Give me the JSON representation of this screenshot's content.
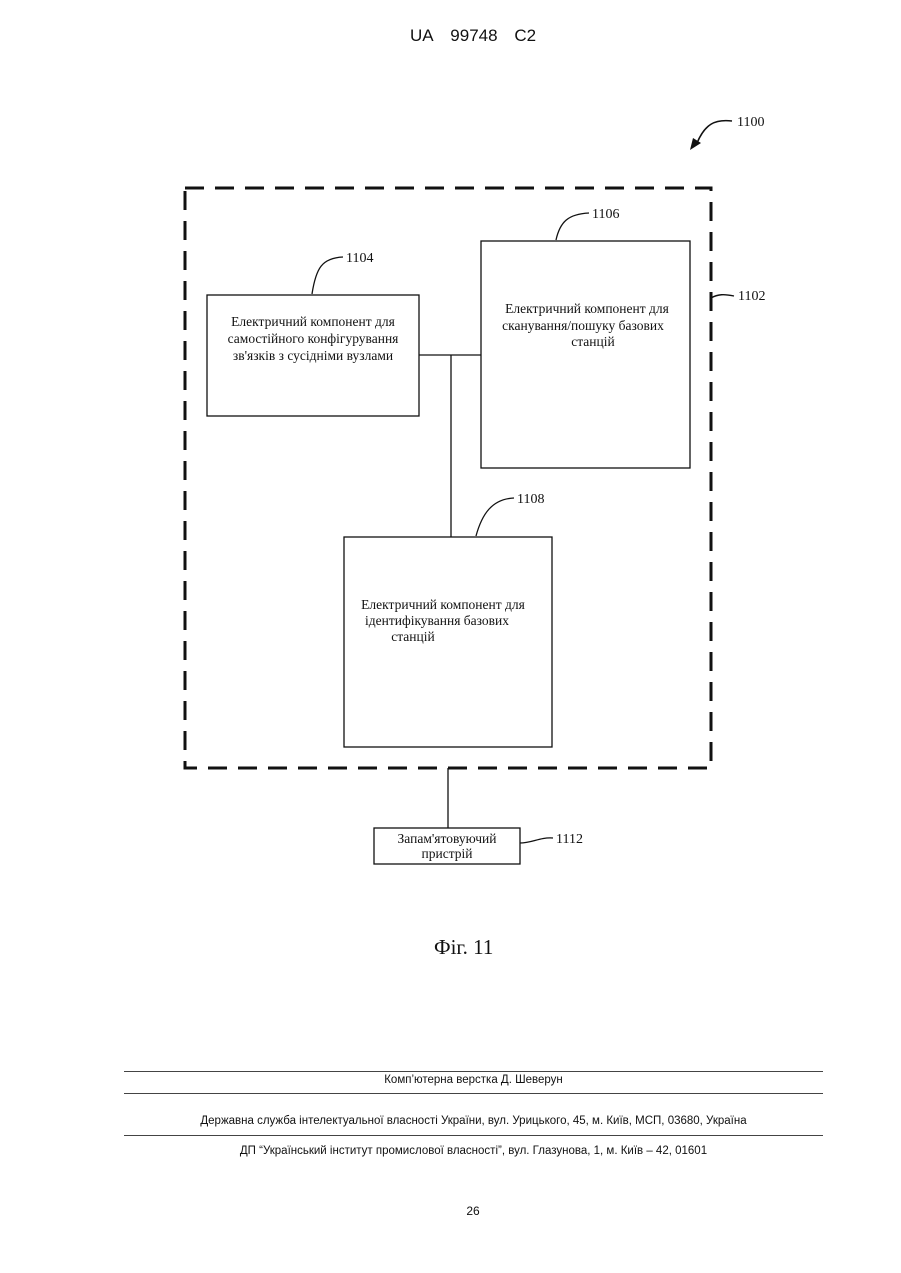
{
  "header": {
    "country": "UA",
    "number": "99748",
    "kind": "C2"
  },
  "figure": {
    "ref_system": "1100",
    "ref_container": "1102",
    "components": [
      {
        "ref": "1104",
        "text": [
          "Електричний компонент для",
          "самостійного конфігурування",
          "зв'язків з сусідніми вузлами"
        ]
      },
      {
        "ref": "1106",
        "text": [
          "Електричний компонент для",
          "сканування/пошуку базових",
          "станцій"
        ]
      },
      {
        "ref": "1108",
        "text": [
          "Електричний компонент для",
          "ідентифікування базових",
          "станцій"
        ]
      }
    ],
    "memory": {
      "ref": "1112",
      "text": [
        "Запам'ятовуючий",
        "пристрій"
      ]
    },
    "caption": "Фіг. 11"
  },
  "footer": {
    "layout_credit": "Комп’ютерна верстка Д. Шеверун",
    "office": "Державна служба інтелектуальної власності України, вул. Урицького, 45, м. Київ, МСП, 03680, Україна",
    "institute": "ДП “Український інститут промислової власності”, вул. Глазунова, 1, м. Київ – 42, 01601",
    "page_number": "26"
  }
}
